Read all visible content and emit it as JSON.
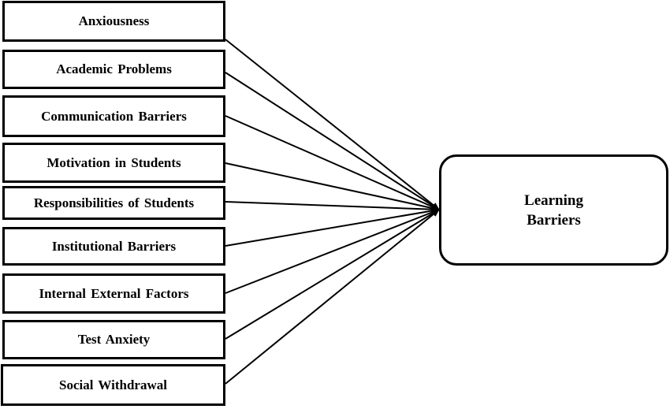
{
  "factors": [
    "Anxiousness",
    "Academic Problems",
    "Communication Barriers",
    "Motivation in Students",
    "Responsibilities of Students",
    "Institutional Barriers",
    "Internal External Factors",
    "Test Anxiety",
    "Social Withdrawal"
  ],
  "target": {
    "line1": "Learning",
    "line2": "Barriers"
  },
  "colors": {
    "stroke": "#000000",
    "background": "#ffffff"
  }
}
